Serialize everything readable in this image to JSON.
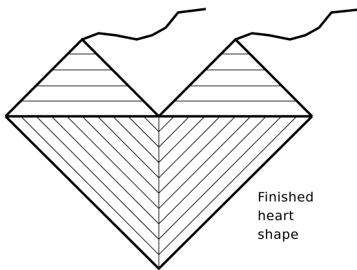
{
  "caption": {
    "line1": "Finished",
    "line2": "heart",
    "line3": "shape"
  },
  "colors": {
    "stroke": "#000000",
    "background": "#ffffff"
  }
}
